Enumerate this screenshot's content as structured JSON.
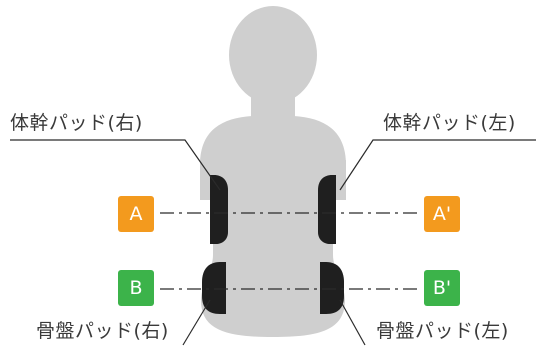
{
  "labels": {
    "trunk_right": "体幹パッド(右)",
    "trunk_left": "体幹パッド(左)",
    "pelvis_right": "骨盤パッド(右)",
    "pelvis_left": "骨盤パッド(左)"
  },
  "markers": {
    "a": "A",
    "a_prime": "A'",
    "b": "B",
    "b_prime": "B'"
  },
  "colors": {
    "marker_a": "#f39a1e",
    "marker_b": "#3cb34a",
    "silhouette": "#cfcfcf",
    "pad": "#1f1f1f",
    "line": "#2b2b2b"
  }
}
